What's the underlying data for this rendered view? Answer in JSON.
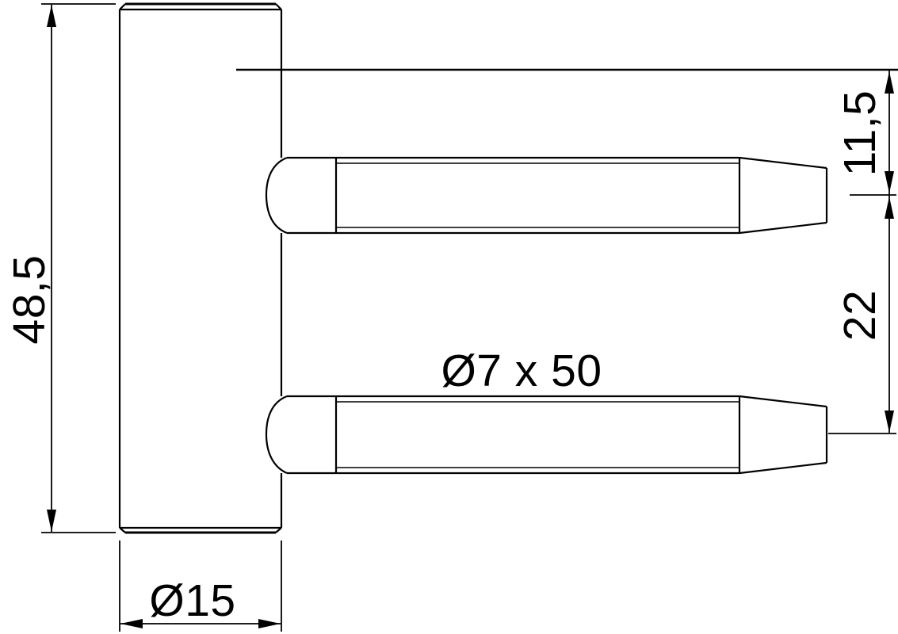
{
  "drawing": {
    "background_color": "#ffffff",
    "line_color": "#000000",
    "labels": {
      "body_height": "48,5",
      "body_diameter": "Ø15",
      "pin_size": "Ø7 x 50",
      "pin_offset": "11,5",
      "pin_spacing": "22"
    }
  }
}
